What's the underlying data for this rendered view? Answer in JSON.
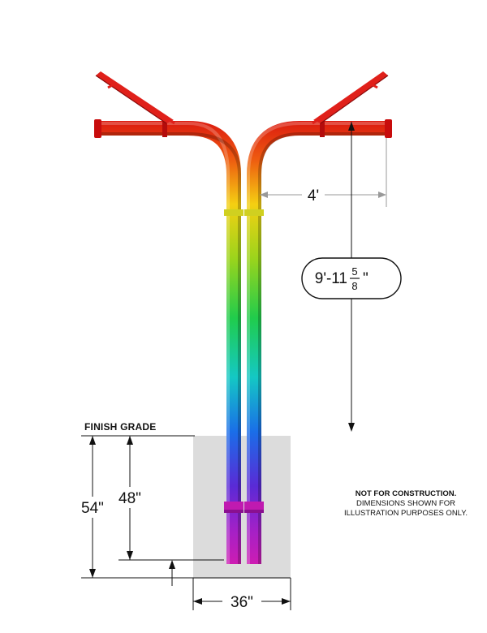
{
  "colors": {
    "pole_gradient": [
      "#e01010",
      "#f06a10",
      "#f3d614",
      "#8ad21a",
      "#1ecd50",
      "#18c9c0",
      "#1a6ee8",
      "#5a2ad6",
      "#a320c8",
      "#d21cb0"
    ],
    "foundation_fill": "#dcdcdc",
    "dimension_line": "#111111",
    "reference_line": "#999999"
  },
  "dimensions": {
    "arm_reach": "4'",
    "height_feet": "9'-11",
    "height_frac_num": "5",
    "height_frac_den": "8",
    "height_inch_mark": "\"",
    "embed_total": "54\"",
    "embed_pole": "48\"",
    "foundation_width": "36\""
  },
  "labels": {
    "finish_grade": "FINISH GRADE",
    "note_bold": "NOT FOR CONSTRUCTION.",
    "note_line1": "DIMENSIONS SHOWN FOR",
    "note_line2": "ILLUSTRATION PURPOSES ONLY."
  }
}
